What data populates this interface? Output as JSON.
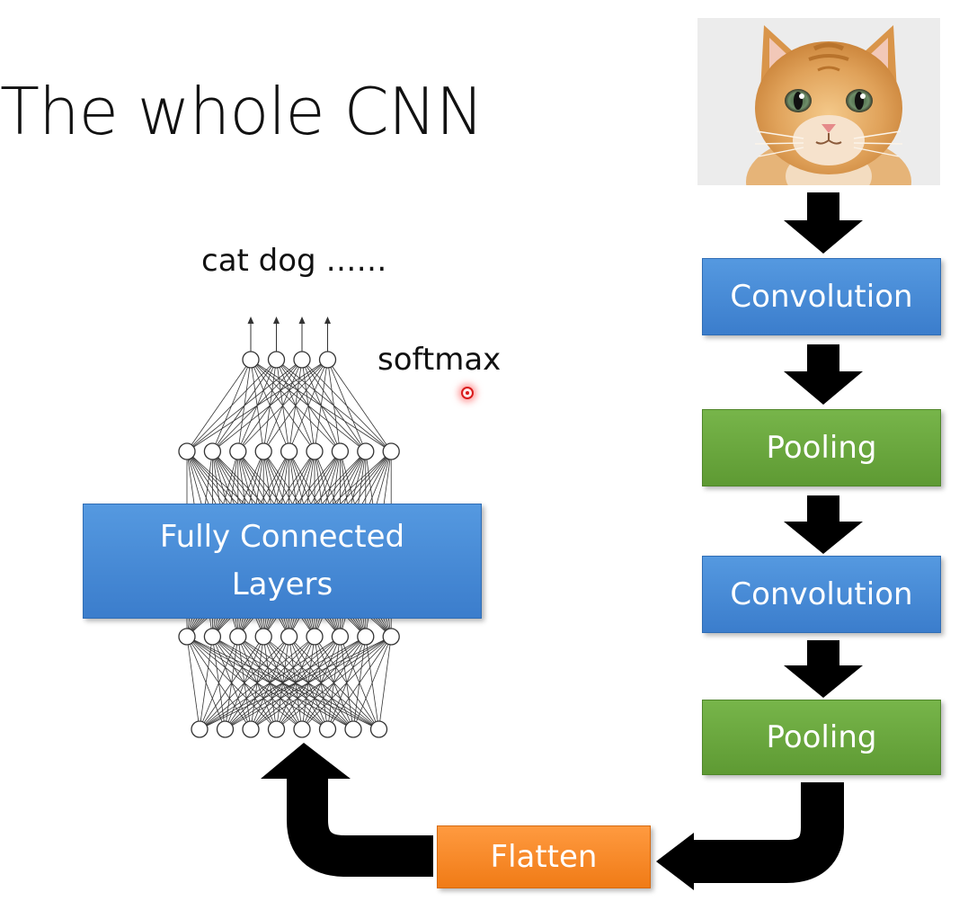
{
  "title": "The whole CNN",
  "output_labels": "cat dog ……",
  "softmax_label": "softmax",
  "image": {
    "subject": "orange tabby kitten photo",
    "icon": "cat-photo"
  },
  "pipeline": [
    {
      "id": "conv1",
      "label": "Convolution",
      "color": "#4a8edb"
    },
    {
      "id": "pool1",
      "label": "Pooling",
      "color": "#6aa73e"
    },
    {
      "id": "conv2",
      "label": "Convolution",
      "color": "#4a8edb"
    },
    {
      "id": "pool2",
      "label": "Pooling",
      "color": "#6aa73e"
    }
  ],
  "flatten": {
    "label": "Flatten",
    "color": "#f98a2b"
  },
  "fully_connected": {
    "line1": "Fully Connected",
    "line2": "Layers",
    "color": "#4a8edb"
  },
  "network": {
    "layers": [
      {
        "name": "output",
        "neurons": 4
      },
      {
        "name": "hidden-top",
        "neurons": 9
      },
      {
        "name": "hidden-bottom",
        "neurons": 9
      },
      {
        "name": "input",
        "neurons": 8
      }
    ]
  },
  "colors": {
    "arrow": "#000000",
    "background": "#ffffff"
  }
}
